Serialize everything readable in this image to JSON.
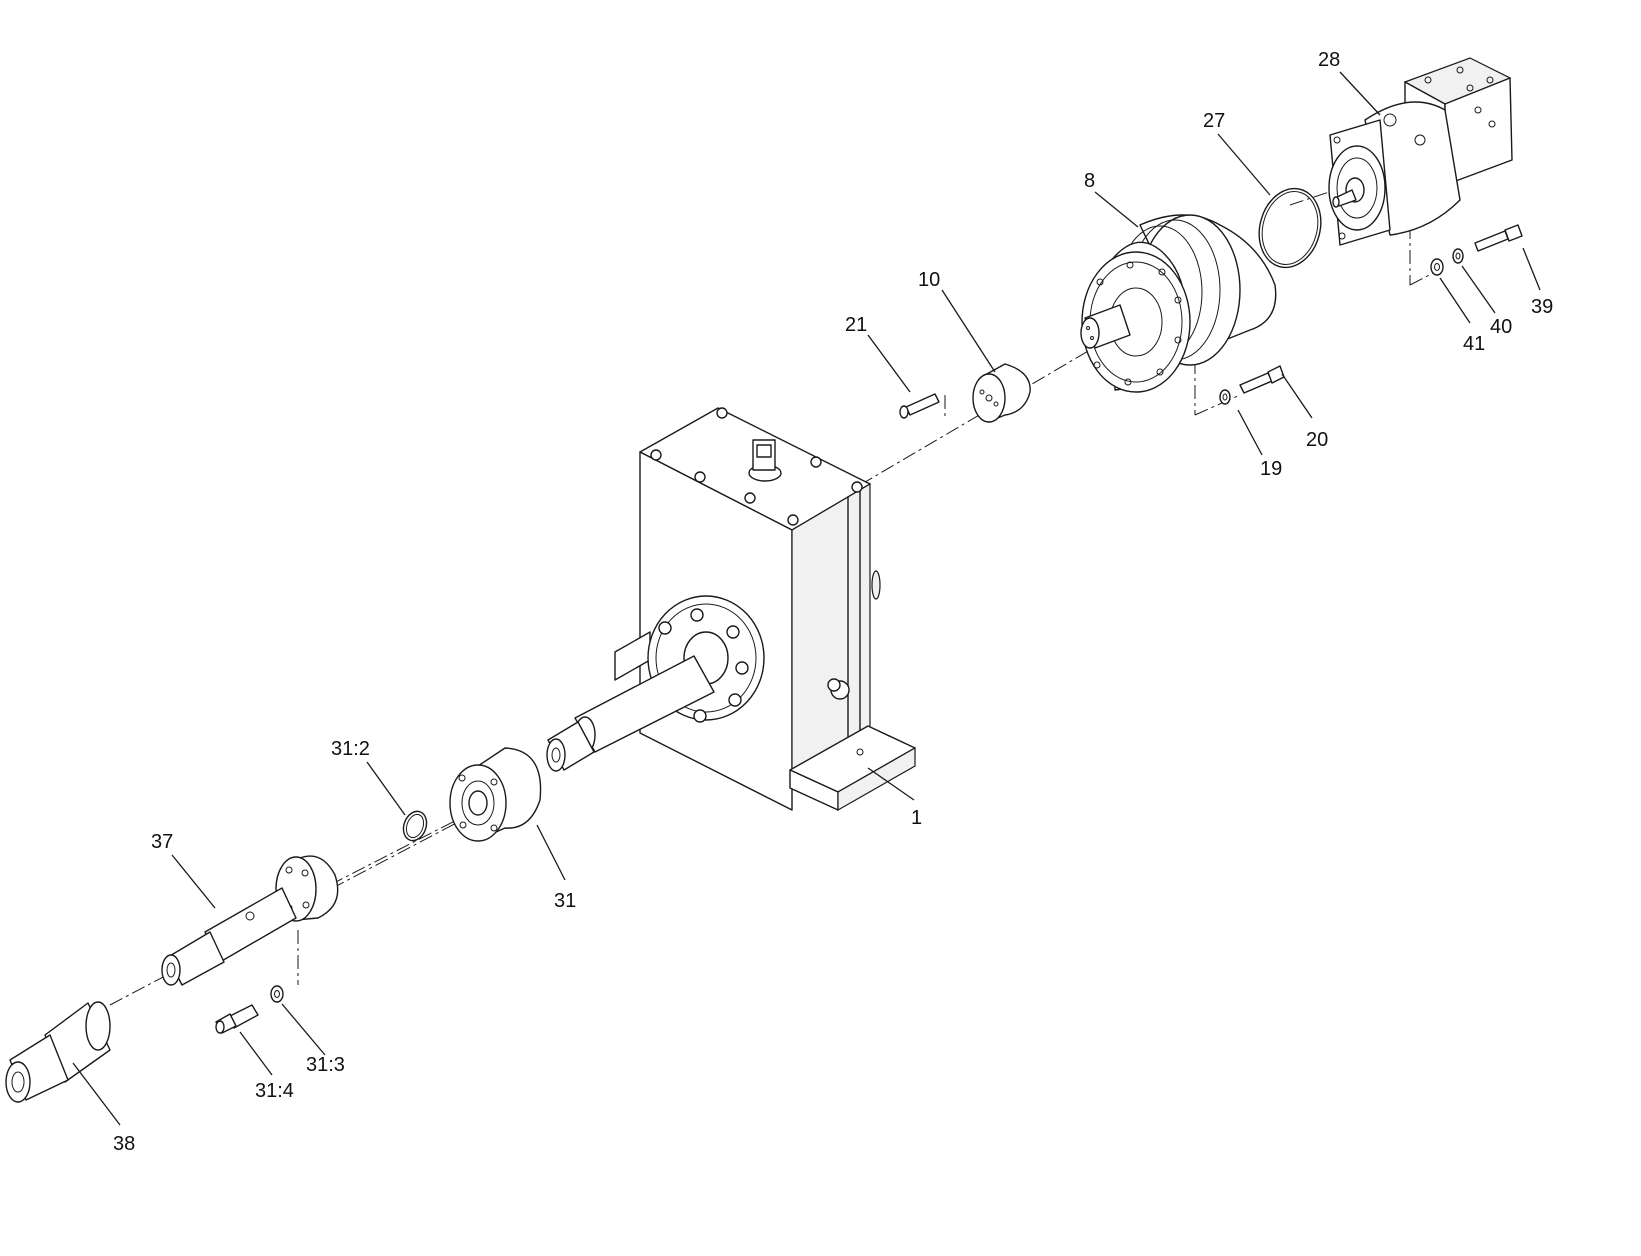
{
  "callouts": {
    "c1": "1",
    "c8": "8",
    "c10": "10",
    "c19": "19",
    "c20": "20",
    "c21": "21",
    "c27": "27",
    "c28": "28",
    "c31": "31",
    "c31_2": "31:2",
    "c31_3": "31:3",
    "c31_4": "31:4",
    "c37": "37",
    "c38": "38",
    "c39": "39",
    "c40": "40",
    "c41": "41"
  },
  "colors": {
    "line": "#1a1a1a",
    "background": "#ffffff"
  }
}
